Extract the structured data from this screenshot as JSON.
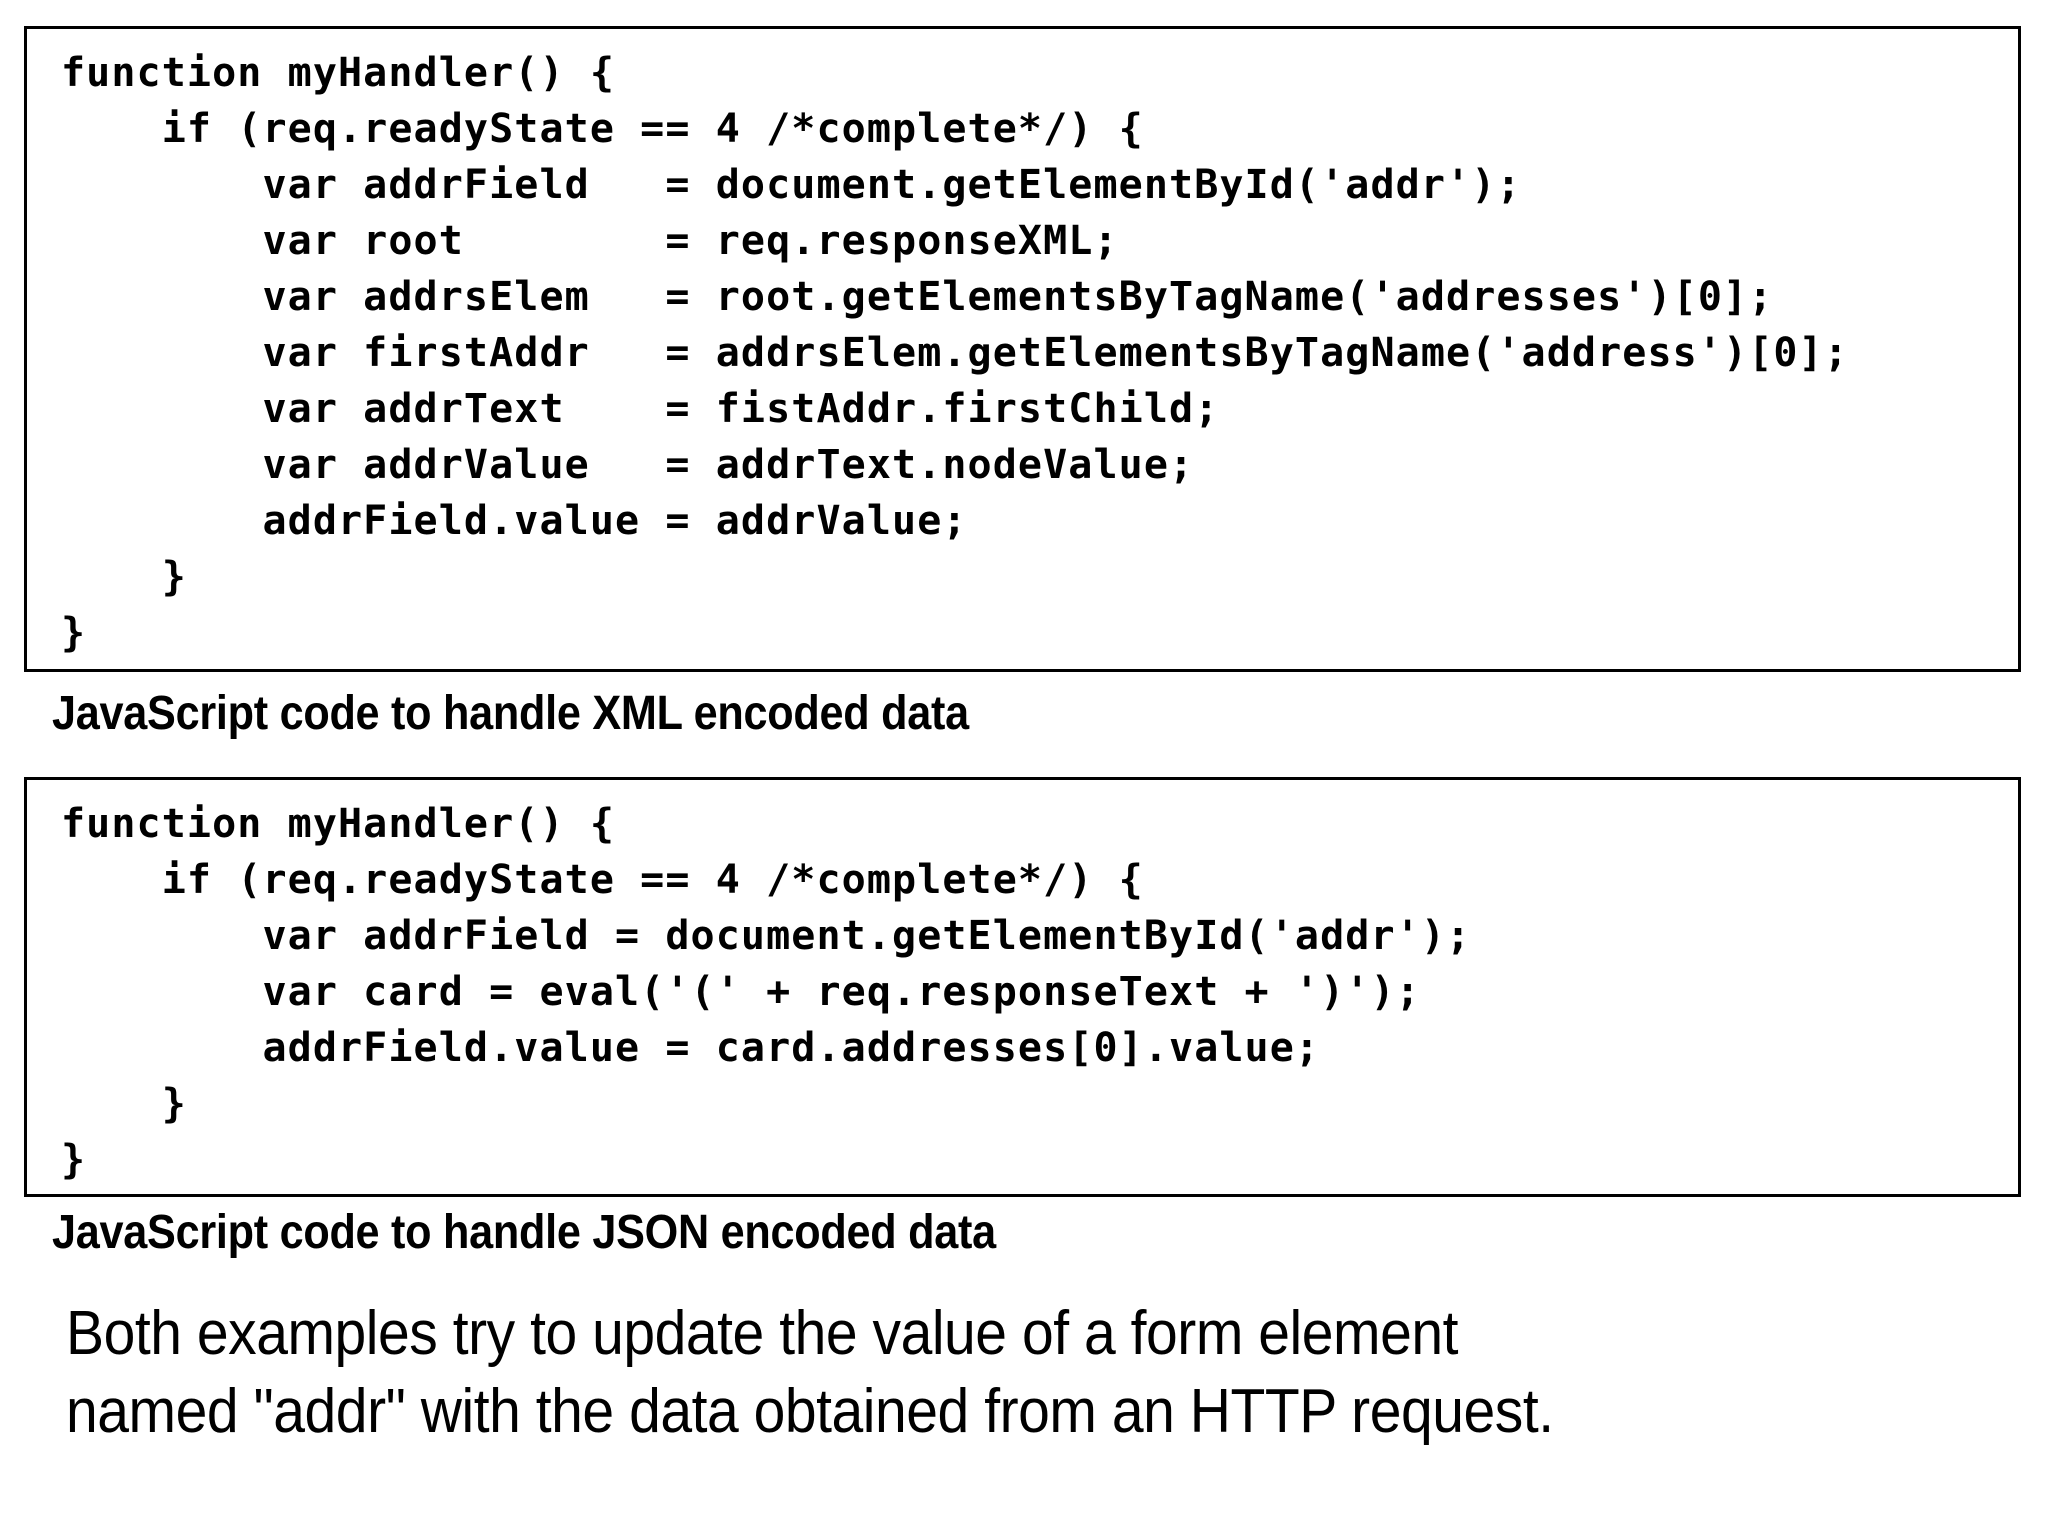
{
  "slide": {
    "background_color": "#ffffff",
    "text_color": "#000000",
    "border_color": "#000000"
  },
  "code_block_xml": {
    "caption": "JavaScript code to handle XML encoded data",
    "language": "javascript",
    "lines": [
      "function myHandler() {",
      "    if (req.readyState == 4 /*complete*/) {",
      "        var addrField   = document.getElementById('addr');",
      "        var root        = req.responseXML;",
      "        var addrsElem   = root.getElementsByTagName('addresses')[0];",
      "        var firstAddr   = addrsElem.getElementsByTagName('address')[0];",
      "        var addrText    = fistAddr.firstChild;",
      "        var addrValue   = addrText.nodeValue;",
      "        addrField.value = addrValue;",
      "    }",
      "}"
    ]
  },
  "code_block_json": {
    "caption": "JavaScript code to handle JSON encoded data",
    "language": "javascript",
    "lines": [
      "function myHandler() {",
      "    if (req.readyState == 4 /*complete*/) {",
      "        var addrField = document.getElementById('addr');",
      "        var card = eval('(' + req.responseText + ')');",
      "        addrField.value = card.addresses[0].value;",
      "    }",
      "}"
    ]
  },
  "summary": {
    "line1": "Both examples try to update the value of a form element",
    "line2": "named \"addr\" with the data obtained from an HTTP request."
  }
}
